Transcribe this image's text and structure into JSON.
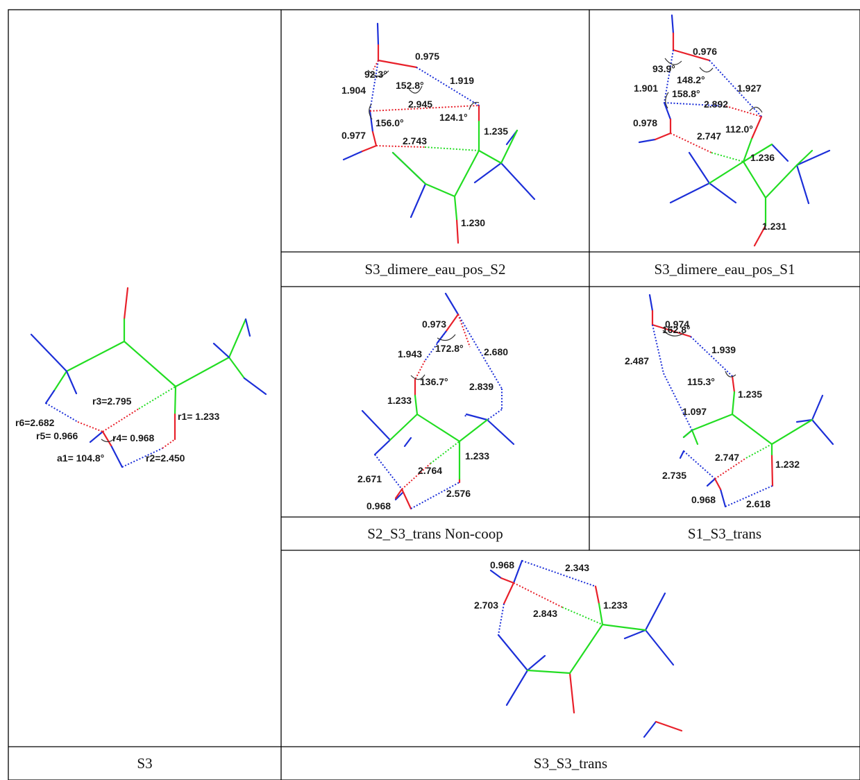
{
  "colors": {
    "carbon": "#22dd22",
    "oxygen": "#e8202a",
    "nitrogen": "#1c2fd8",
    "grid": "#000000"
  },
  "captions": {
    "s3": "S3",
    "s3_s3_trans": "S3_S3_trans",
    "s3_dimere_eau_pos_s2": "S3_dimere_eau_pos_S2",
    "s3_dimere_eau_pos_s1": "S3_dimere_eau_pos_S1",
    "s2_s3_trans_noncoop": "S2_S3_trans Non-coop",
    "s1_s3_trans": "S1_S3_trans"
  },
  "panels": {
    "s3": {
      "r3": "r3=2.795",
      "r1": "r1= 1.233",
      "r6": "r6=2.682",
      "r5": "r5= 0.966",
      "r4": "r4= 0.968",
      "a1": "a1= 104.8°",
      "r2": "r2=2.450"
    },
    "pos_s2": {
      "oh": "0.975",
      "a_92": "92.3°",
      "a_152": "152.8°",
      "hb1": "1.919",
      "hb2": "1.904",
      "od": "2.945",
      "a_156": "156.0°",
      "a_124": "124.1°",
      "co": "1.235",
      "oh2": "0.977",
      "oc": "2.743",
      "co2": "1.230"
    },
    "pos_s1": {
      "oh": "0.976",
      "a_93": "93.9°",
      "a_148": "148.2°",
      "hb1": "1.927",
      "hb2": "1.901",
      "a_158": "158.8°",
      "od": "2.892",
      "oh2": "0.978",
      "oc": "2.747",
      "a_112": "112.0°",
      "co": "1.236",
      "co2": "1.231"
    },
    "s2_s3": {
      "oh": "0.973",
      "hb1": "1.943",
      "a_172": "172.8°",
      "hb2": "2.680",
      "a_136": "136.7°",
      "hb3": "2.839",
      "co": "1.233",
      "co2": "1.233",
      "oc": "2.764",
      "hb4": "2.671",
      "hb5": "2.576",
      "oh2": "0.968"
    },
    "s1_s3": {
      "oh": "0.974",
      "a_162": "162.8°",
      "hb1": "1.939",
      "hb2": "2.487",
      "a_115": "115.3°",
      "co": "1.235",
      "ch": "1.097",
      "oc": "2.747",
      "co2": "1.232",
      "hb3": "2.735",
      "oh2": "0.968",
      "hb4": "2.618"
    },
    "s3_s3": {
      "oh": "0.968",
      "hb1": "2.343",
      "hb2": "2.703",
      "oc": "2.843",
      "co": "1.233"
    }
  }
}
